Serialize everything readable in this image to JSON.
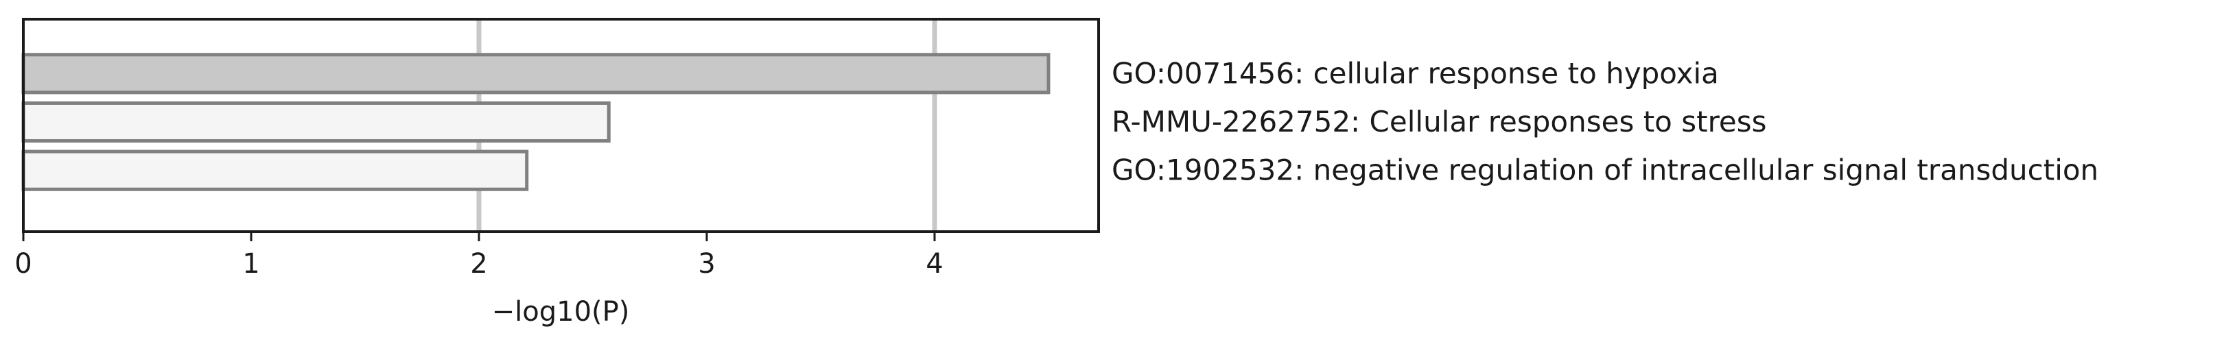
{
  "chart_data": {
    "type": "bar",
    "orientation": "horizontal",
    "title": "",
    "xlabel": "−log10(P)",
    "ylabel": "",
    "xlim": [
      0,
      4.72
    ],
    "xticks": [
      0,
      1,
      2,
      3,
      4
    ],
    "grid": "vertical lines at x = 2 and x = 4",
    "legend": "none",
    "categories": [
      "GO:0071456: cellular response to hypoxia",
      "R-MMU-2262752: Cellular responses to stress",
      "GO:1902532: negative regulation of intracellular signal transduction"
    ],
    "values": [
      4.5,
      2.57,
      2.21
    ],
    "bar_colors": [
      "#c8c8c8",
      "#f5f5f5",
      "#f5f5f5"
    ],
    "bar_edge_color": "#808080",
    "grid_color": "#c8c8c8",
    "frame_color": "#1a1a1a"
  }
}
